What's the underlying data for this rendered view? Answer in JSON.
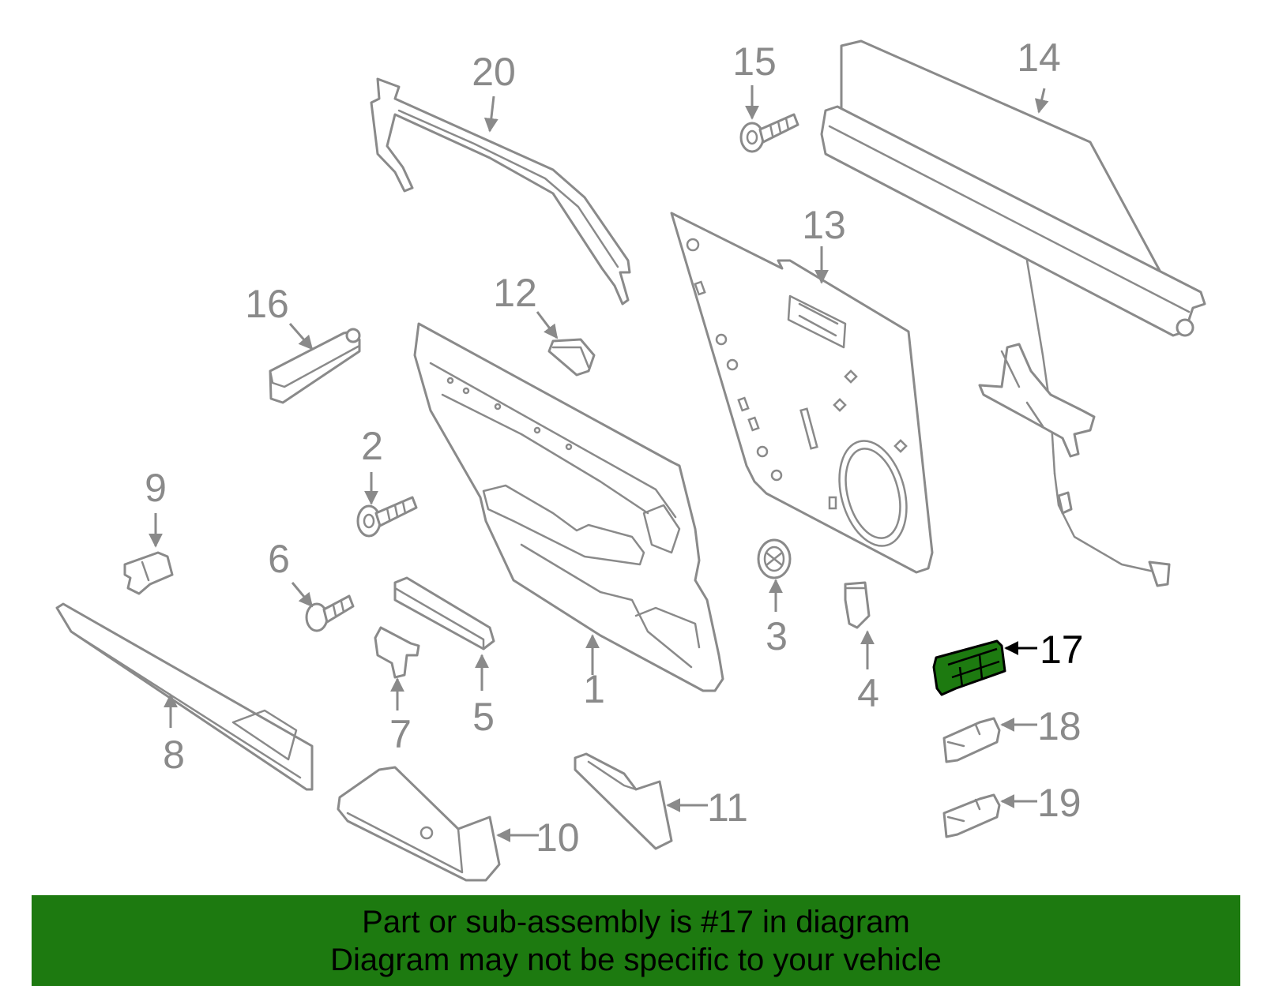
{
  "callouts": {
    "c1": "1",
    "c2": "2",
    "c3": "3",
    "c4": "4",
    "c5": "5",
    "c6": "6",
    "c7": "7",
    "c8": "8",
    "c9": "9",
    "c10": "10",
    "c11": "11",
    "c12": "12",
    "c13": "13",
    "c14": "14",
    "c15": "15",
    "c16": "16",
    "c17": "17",
    "c18": "18",
    "c19": "19",
    "c20": "20"
  },
  "highlight": {
    "part_number": "17",
    "color": "#1d7a10"
  },
  "banner": {
    "line1": "Part or sub-assembly is #17 in diagram",
    "line2": "Diagram may not be specific to your vehicle",
    "background": "#1d7a10"
  },
  "colors": {
    "line": "#8a8a8a",
    "highlight_outline": "#000000"
  }
}
